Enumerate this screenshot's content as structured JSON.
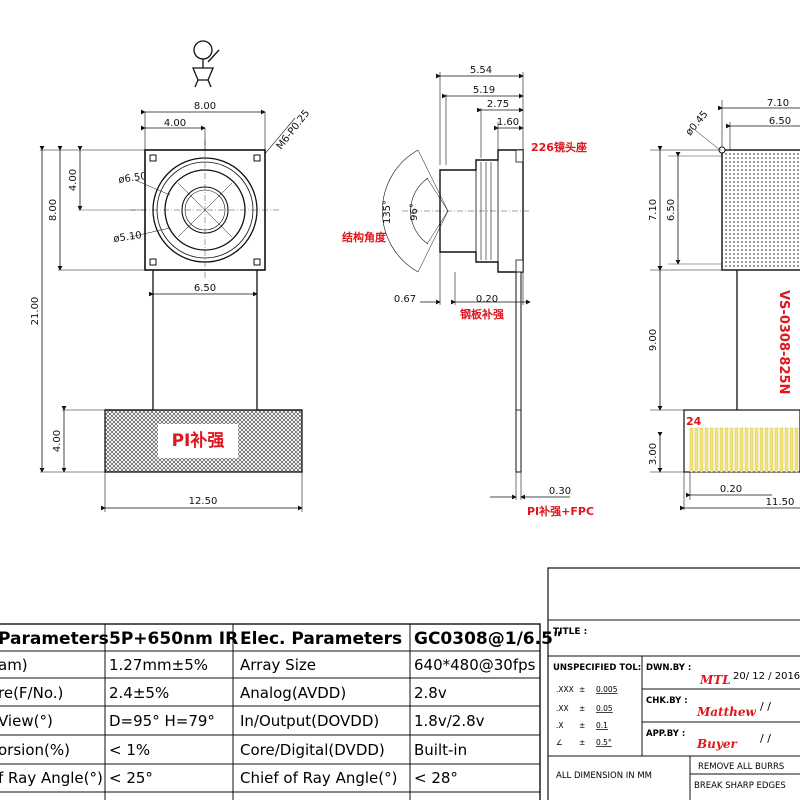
{
  "front_view": {
    "top_width": "8.00",
    "half_width": "4.00",
    "mount_hole": "M6-P0.25",
    "outer_dia": "ø6.50",
    "inner_dia": "ø5.10",
    "height_8": "8.00",
    "height_4": "4.00",
    "lens_width": "6.50",
    "total_length": "21.00",
    "pad_height": "4.00",
    "pad_width": "12.50",
    "pad_label": "PI补强"
  },
  "side_view": {
    "d1": "5.54",
    "d2": "5.19",
    "d3": "2.75",
    "d4": "1.60",
    "lens_holder_label": "226镜头座",
    "angle_135": "135°",
    "angle_96": "96°",
    "structure_angle_label": "结构角度",
    "d_067": "0.67",
    "d_020": "0.20",
    "steel_label": "钢板补强",
    "d_030": "0.30",
    "fpc_label": "PI补强+FPC"
  },
  "back_view": {
    "w1": "7.10",
    "w2": "6.50",
    "hole": "ø0.45",
    "h1": "7.10",
    "h2": "6.50",
    "h3": "9.00",
    "h4": "3.00",
    "part_no": "VS-0308-825N",
    "pin_count": "24",
    "d_020": "0.20",
    "d_1150": "11.50"
  },
  "spec_table": {
    "headers": [
      "Parameters",
      "5P+650nm IR",
      "Elec. Parameters",
      "GC0308@1/6.5\""
    ],
    "rows": [
      [
        "am)",
        "1.27mm±5%",
        "Array Size",
        "640*480@30fps"
      ],
      [
        "re(F/No.)",
        "2.4±5%",
        "Analog(AVDD)",
        "2.8v"
      ],
      [
        "View(°)",
        "D=95° H=79°",
        "In/Output(DOVDD)",
        "1.8v/2.8v"
      ],
      [
        "orsion(%)",
        "< 1%",
        "Core/Digital(DVDD)",
        "Built-in"
      ],
      [
        "f Ray Angle(°)",
        "< 25°",
        "Chief of Ray Angle(°)",
        "< 28°"
      ]
    ]
  },
  "title_block": {
    "title_label": "TITLE :",
    "tol_header": "UNSPECIFIED TOL:",
    "tol_rows": [
      [
        ".XXX",
        "±",
        "0.005"
      ],
      [
        ".XX",
        "±",
        "0.05"
      ],
      [
        ".X",
        "±",
        "0.1"
      ],
      [
        "∠",
        "±",
        "0.5°"
      ]
    ],
    "drawn_label": "DWN.BY :",
    "drawn_name": "MTL",
    "drawn_date": "20/ 12 / 2016",
    "checked_label": "CHK.BY :",
    "checked_name": "Matthew",
    "checked_date": "/ /",
    "approved_label": "APP.BY :",
    "approved_name": "Buyer",
    "approved_date": "/ /",
    "units_note": "ALL DIMENSION IN MM",
    "note1": "REMOVE ALL BURRS",
    "note2": "BREAK SHARP EDGES"
  }
}
